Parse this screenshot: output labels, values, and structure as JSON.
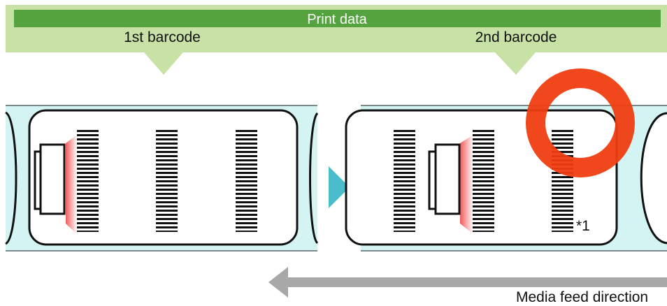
{
  "header": {
    "title": "Print data",
    "first_label": "1st barcode",
    "second_label": "2nd barcode"
  },
  "footnote_marker": "*1",
  "feed": {
    "label": "Media feed direction"
  },
  "colors": {
    "header_band": "#c8e1a4",
    "header_bar": "#54a33e",
    "tape": "#d4f4f4",
    "arrow": "#4bbccc",
    "error_ring": "#f03d10",
    "scanner_beam": "#f15a5a",
    "feed_arrow": "#a8a8a8"
  },
  "icons": {
    "scanner": "barcode-scanner-icon",
    "advance": "play-arrow-icon",
    "error": "error-ring-icon",
    "feed": "left-arrow-icon"
  }
}
